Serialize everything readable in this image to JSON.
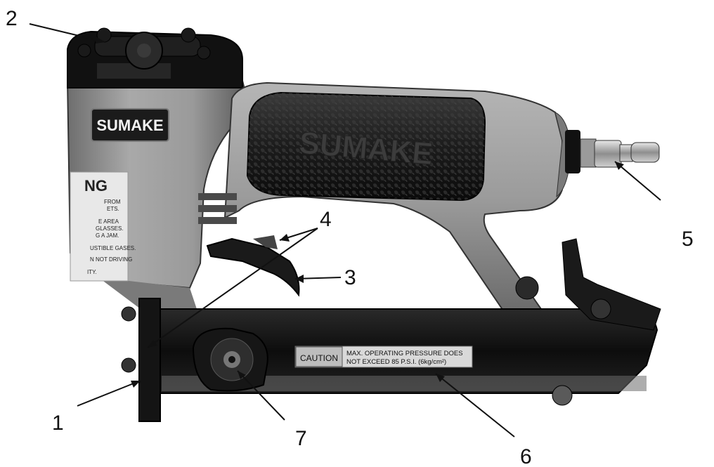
{
  "diagram": {
    "callouts": [
      {
        "id": "1",
        "label": "1"
      },
      {
        "id": "2",
        "label": "2"
      },
      {
        "id": "3",
        "label": "3"
      },
      {
        "id": "4",
        "label": "4"
      },
      {
        "id": "5",
        "label": "5"
      },
      {
        "id": "6",
        "label": "6"
      },
      {
        "id": "7",
        "label": "7"
      }
    ],
    "brand_badge": "SUMAKE",
    "brand_grip": "SUMAKE",
    "caution_label": {
      "tag": "CAUTION",
      "line1": "MAX. OPERATING PRESSURE DOES",
      "line2": "NOT EXCEED 85 P.S.I. (6kg/cm²)"
    },
    "warning_label": {
      "title": "NG",
      "lines": [
        "FROM",
        "ETS.",
        "E AREA",
        "GLASSES.",
        "G A JAM.",
        "USTIBLE GASES.",
        "N NOT DRIVING",
        "ITY."
      ]
    }
  }
}
